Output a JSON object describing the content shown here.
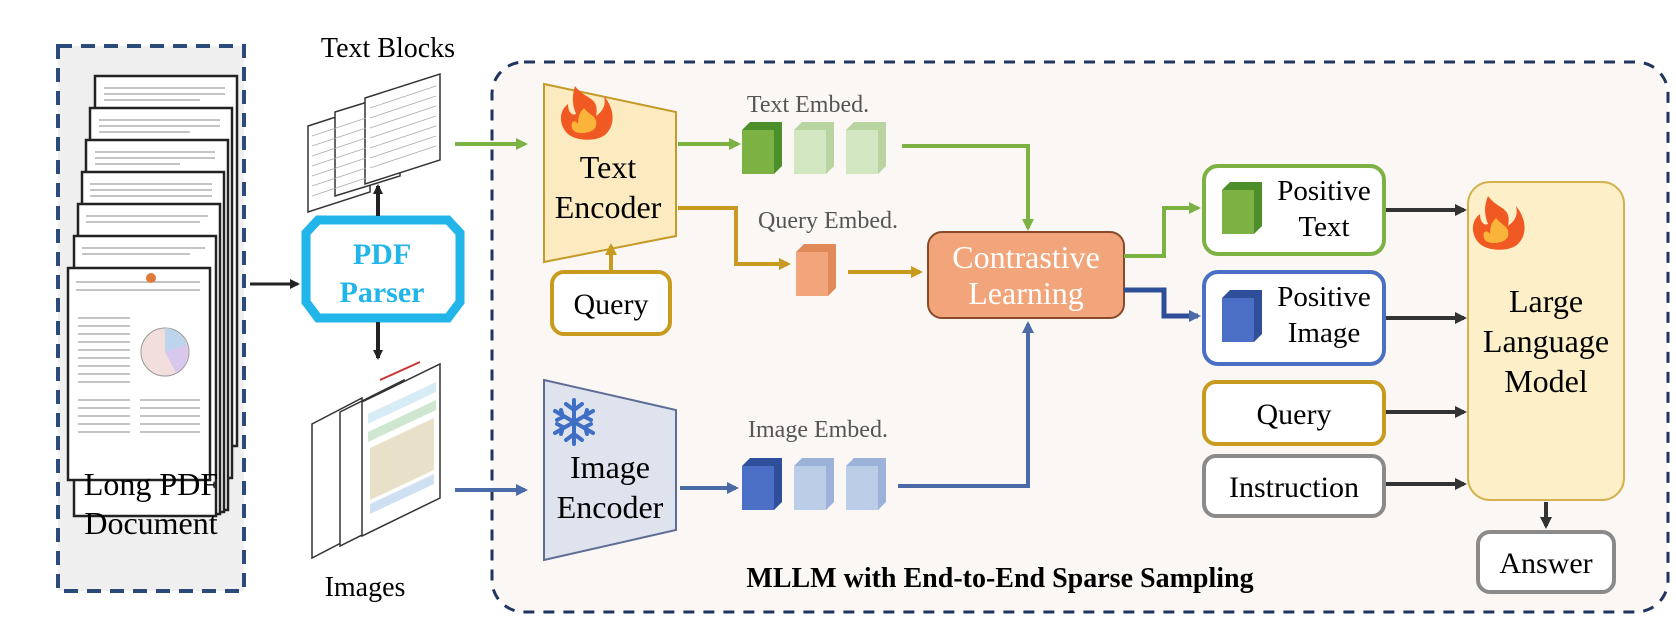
{
  "document": {
    "title_line1": "Long PDF",
    "title_line2": "Document"
  },
  "parser": {
    "line1": "PDF",
    "line2": "Parser"
  },
  "outputs": {
    "text_blocks": "Text Blocks",
    "images": "Images"
  },
  "encoders": {
    "text_line1": "Text",
    "text_line2": "Encoder",
    "image_line1": "Image",
    "image_line2": "Encoder"
  },
  "embeds": {
    "text": "Text Embed.",
    "query": "Query Embed.",
    "image": "Image Embed."
  },
  "query_box": "Query",
  "contrastive": {
    "line1": "Contrastive",
    "line2": "Learning"
  },
  "positives": {
    "text_line1": "Positive",
    "text_line2": "Text",
    "image_line1": "Positive",
    "image_line2": "Image"
  },
  "llm_inputs": {
    "query": "Query",
    "instruction": "Instruction"
  },
  "llm": {
    "line1": "Large",
    "line2": "Language",
    "line3": "Model"
  },
  "answer": "Answer",
  "region_caption": "MLLM with End-to-End Sparse Sampling",
  "colors": {
    "green": "#7cb244",
    "gold": "#c89a1e",
    "blue": "#4a6aa8",
    "orange": "#f2a57a",
    "llm_fill": "#fdf0c8",
    "parser": "#21b5ea"
  }
}
